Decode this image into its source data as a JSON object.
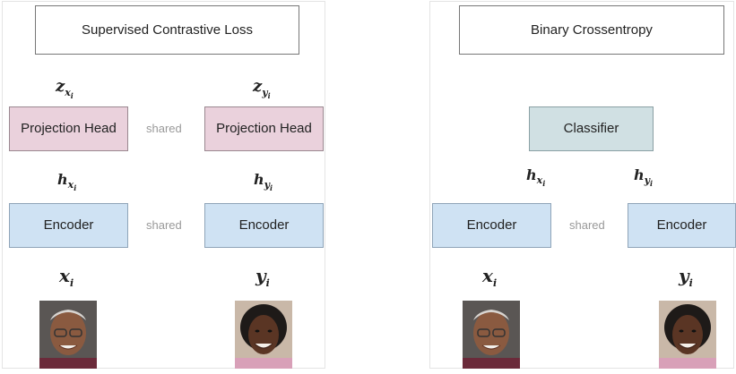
{
  "left_panel": {
    "loss_label": "Supervised Contrastive Loss",
    "projection_head_left": "Projection Head",
    "projection_head_right": "Projection Head",
    "encoder_left": "Encoder",
    "encoder_right": "Encoder",
    "shared_top": "shared",
    "shared_bottom": "shared",
    "z_x": {
      "base": "z",
      "sub": "x",
      "subsub": "i"
    },
    "z_y": {
      "base": "z",
      "sub": "y",
      "subsub": "i"
    },
    "h_x": {
      "base": "h",
      "sub": "x",
      "subsub": "i"
    },
    "h_y": {
      "base": "h",
      "sub": "y",
      "subsub": "i"
    },
    "x_input": {
      "base": "x",
      "sub": "i"
    },
    "y_input": {
      "base": "y",
      "sub": "i"
    }
  },
  "right_panel": {
    "loss_label": "Binary Crossentropy",
    "classifier": "Classifier",
    "encoder_left": "Encoder",
    "encoder_right": "Encoder",
    "shared": "shared",
    "h_x": {
      "base": "h",
      "sub": "x",
      "subsub": "i"
    },
    "h_y": {
      "base": "h",
      "sub": "y",
      "subsub": "i"
    },
    "x_input": {
      "base": "x",
      "sub": "i"
    },
    "y_input": {
      "base": "y",
      "sub": "i"
    }
  },
  "colors": {
    "projection_head": "#ead1dc",
    "encoder": "#cfe2f3",
    "classifier": "#d0e0e3",
    "arrow": "#666666",
    "shared_arrow": "#aaaaaa"
  }
}
